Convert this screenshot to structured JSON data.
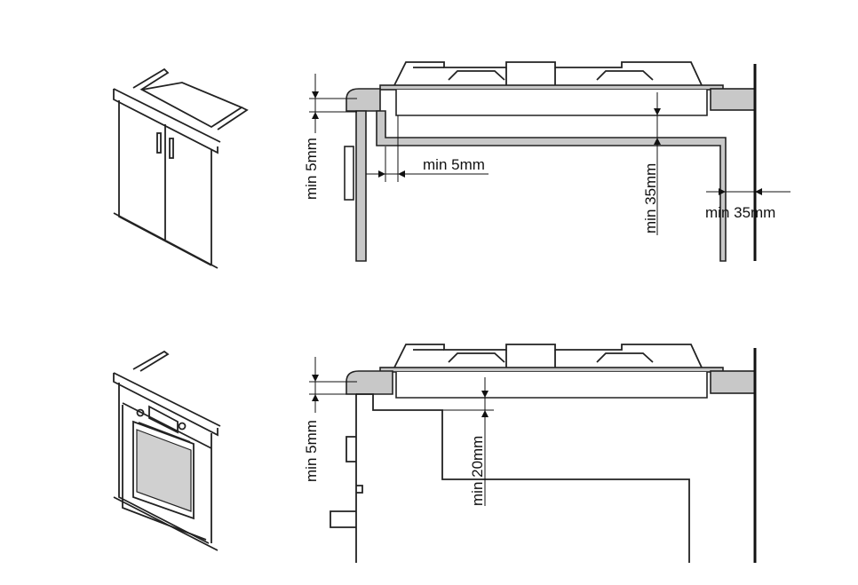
{
  "diagram": {
    "top": {
      "label_top_gap": "min 5mm",
      "label_side_gap": "min 5mm",
      "label_vertical_gap": "min 35mm",
      "label_wall_gap": "min 35mm"
    },
    "bottom": {
      "label_top_gap": "min 5mm",
      "label_vertical_gap": "min 20mm"
    }
  }
}
